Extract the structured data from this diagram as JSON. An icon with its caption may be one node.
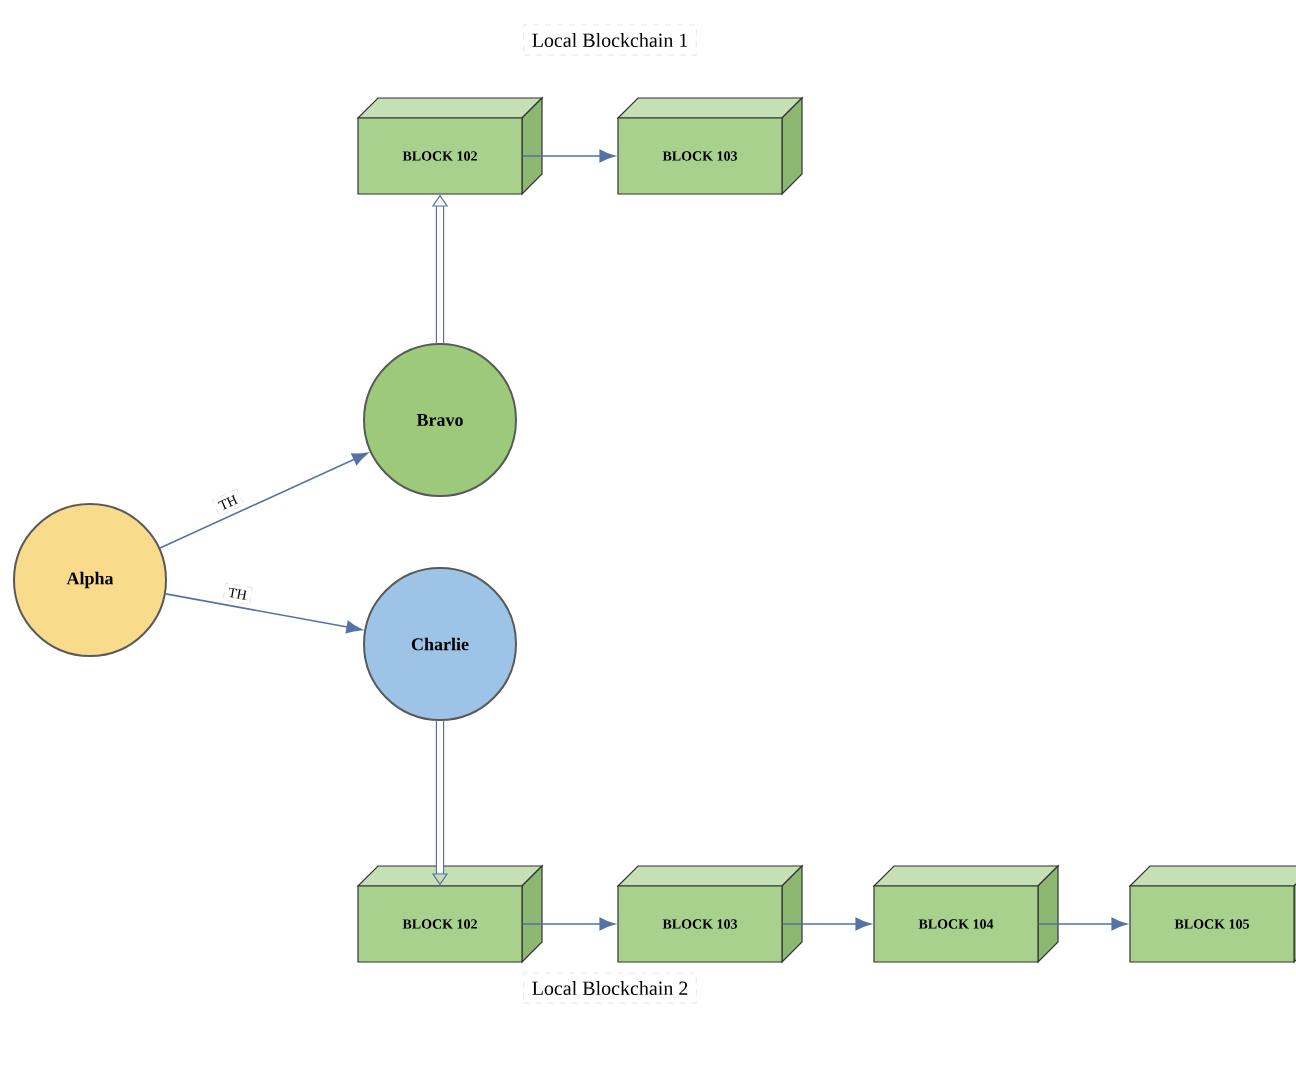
{
  "diagram": {
    "nodes": [
      {
        "text": [
          "Alpha"
        ]
      },
      {
        "text": [
          "Bravo"
        ]
      },
      {
        "text": [
          "Charlie"
        ]
      },
      {
        "text": [
          "BLOCK 102"
        ]
      },
      {
        "text": [
          "BLOCK 103"
        ]
      },
      {
        "text": [
          "BLOCK 102"
        ]
      },
      {
        "text": [
          "BLOCK 103"
        ]
      },
      {
        "text": [
          "BLOCK 104"
        ]
      },
      {
        "text": [
          "BLOCK 105"
        ]
      }
    ],
    "edges": [
      {
        "from": 0,
        "to": 1,
        "arrow": "to",
        "label": "TH"
      },
      {
        "from": 0,
        "to": 2,
        "arrow": "to",
        "label": "TH"
      },
      {
        "from": 1,
        "to": 3,
        "arrow": "to",
        "style": "thick"
      },
      {
        "from": 3,
        "to": 4,
        "arrow": "to"
      },
      {
        "from": 2,
        "to": 5,
        "arrow": "to",
        "style": "thick"
      },
      {
        "from": 5,
        "to": 6,
        "arrow": "to"
      },
      {
        "from": 6,
        "to": 7,
        "arrow": "to"
      },
      {
        "from": 7,
        "to": 8,
        "arrow": "to"
      }
    ],
    "labels": [
      "Local Blockchain 1",
      "Local Blockchain 2"
    ]
  }
}
